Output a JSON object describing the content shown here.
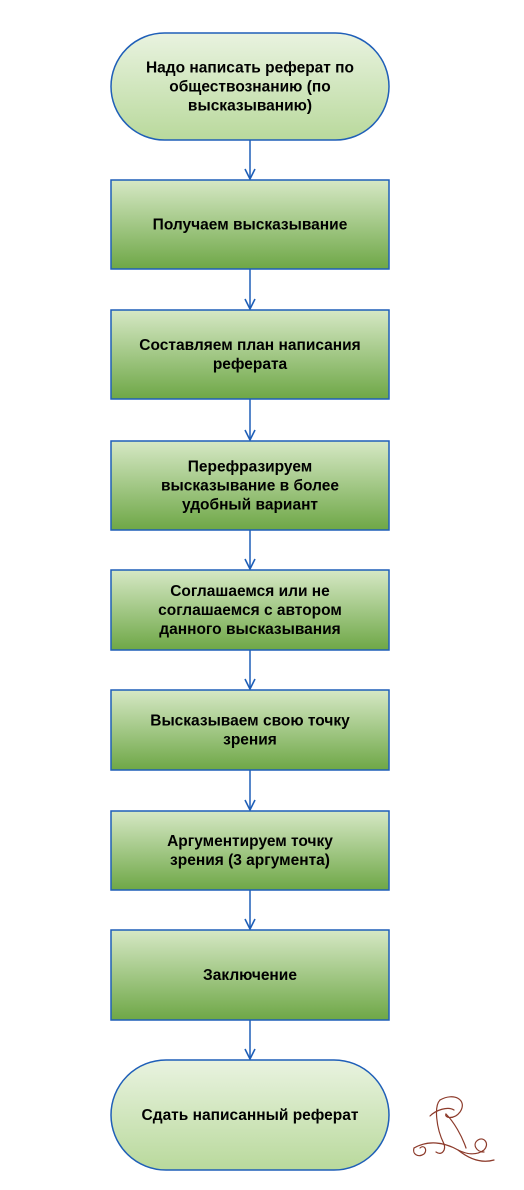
{
  "colors": {
    "stroke": "#1f5fb8",
    "process_top": "#d6e8c5",
    "process_bottom": "#6ea746",
    "terminal_top": "#e9f3e0",
    "terminal_bottom": "#b9d99c",
    "signature": "#8c3a2a"
  },
  "nodes": [
    {
      "kind": "terminal",
      "lines": [
        "Надо написать реферат по",
        "обществознанию (по",
        "высказыванию)"
      ]
    },
    {
      "kind": "process",
      "lines": [
        "Получаем высказывание"
      ]
    },
    {
      "kind": "process",
      "lines": [
        "Составляем план написания",
        "реферата"
      ]
    },
    {
      "kind": "process",
      "lines": [
        "Перефразируем",
        "высказывание в более",
        "удобный вариант"
      ]
    },
    {
      "kind": "process",
      "lines": [
        "Соглашаемся или не",
        "соглашаемся с автором",
        "данного высказывания"
      ]
    },
    {
      "kind": "process",
      "lines": [
        "Высказываем свою точку",
        "зрения"
      ]
    },
    {
      "kind": "process",
      "lines": [
        "Аргументируем точку",
        "зрения (3 аргумента)"
      ]
    },
    {
      "kind": "process",
      "lines": [
        "Заключение"
      ]
    },
    {
      "kind": "terminal",
      "lines": [
        "Сдать написанный реферат"
      ]
    }
  ],
  "signature_icon": "calligraphic-signature-icon"
}
